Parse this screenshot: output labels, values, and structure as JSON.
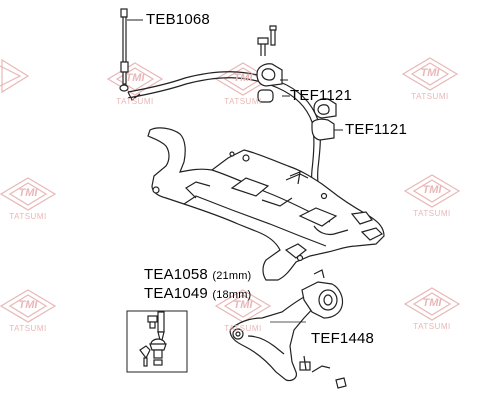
{
  "labels": {
    "teb1068": "TEB1068",
    "tef1121_top": "TEF1121",
    "tef1121_bottom": "TEF1121",
    "tea1058": "TEA1058",
    "tea1058_size": "(21mm)",
    "tea1049": "TEA1049",
    "tea1049_size": "(18mm)",
    "tef1448": "TEF1448"
  },
  "watermark": {
    "brand": "TMI",
    "company": "TATSUMI",
    "color": "#e9b7b7"
  },
  "colors": {
    "line": "#222222",
    "watermark": "#e9b7b7"
  }
}
